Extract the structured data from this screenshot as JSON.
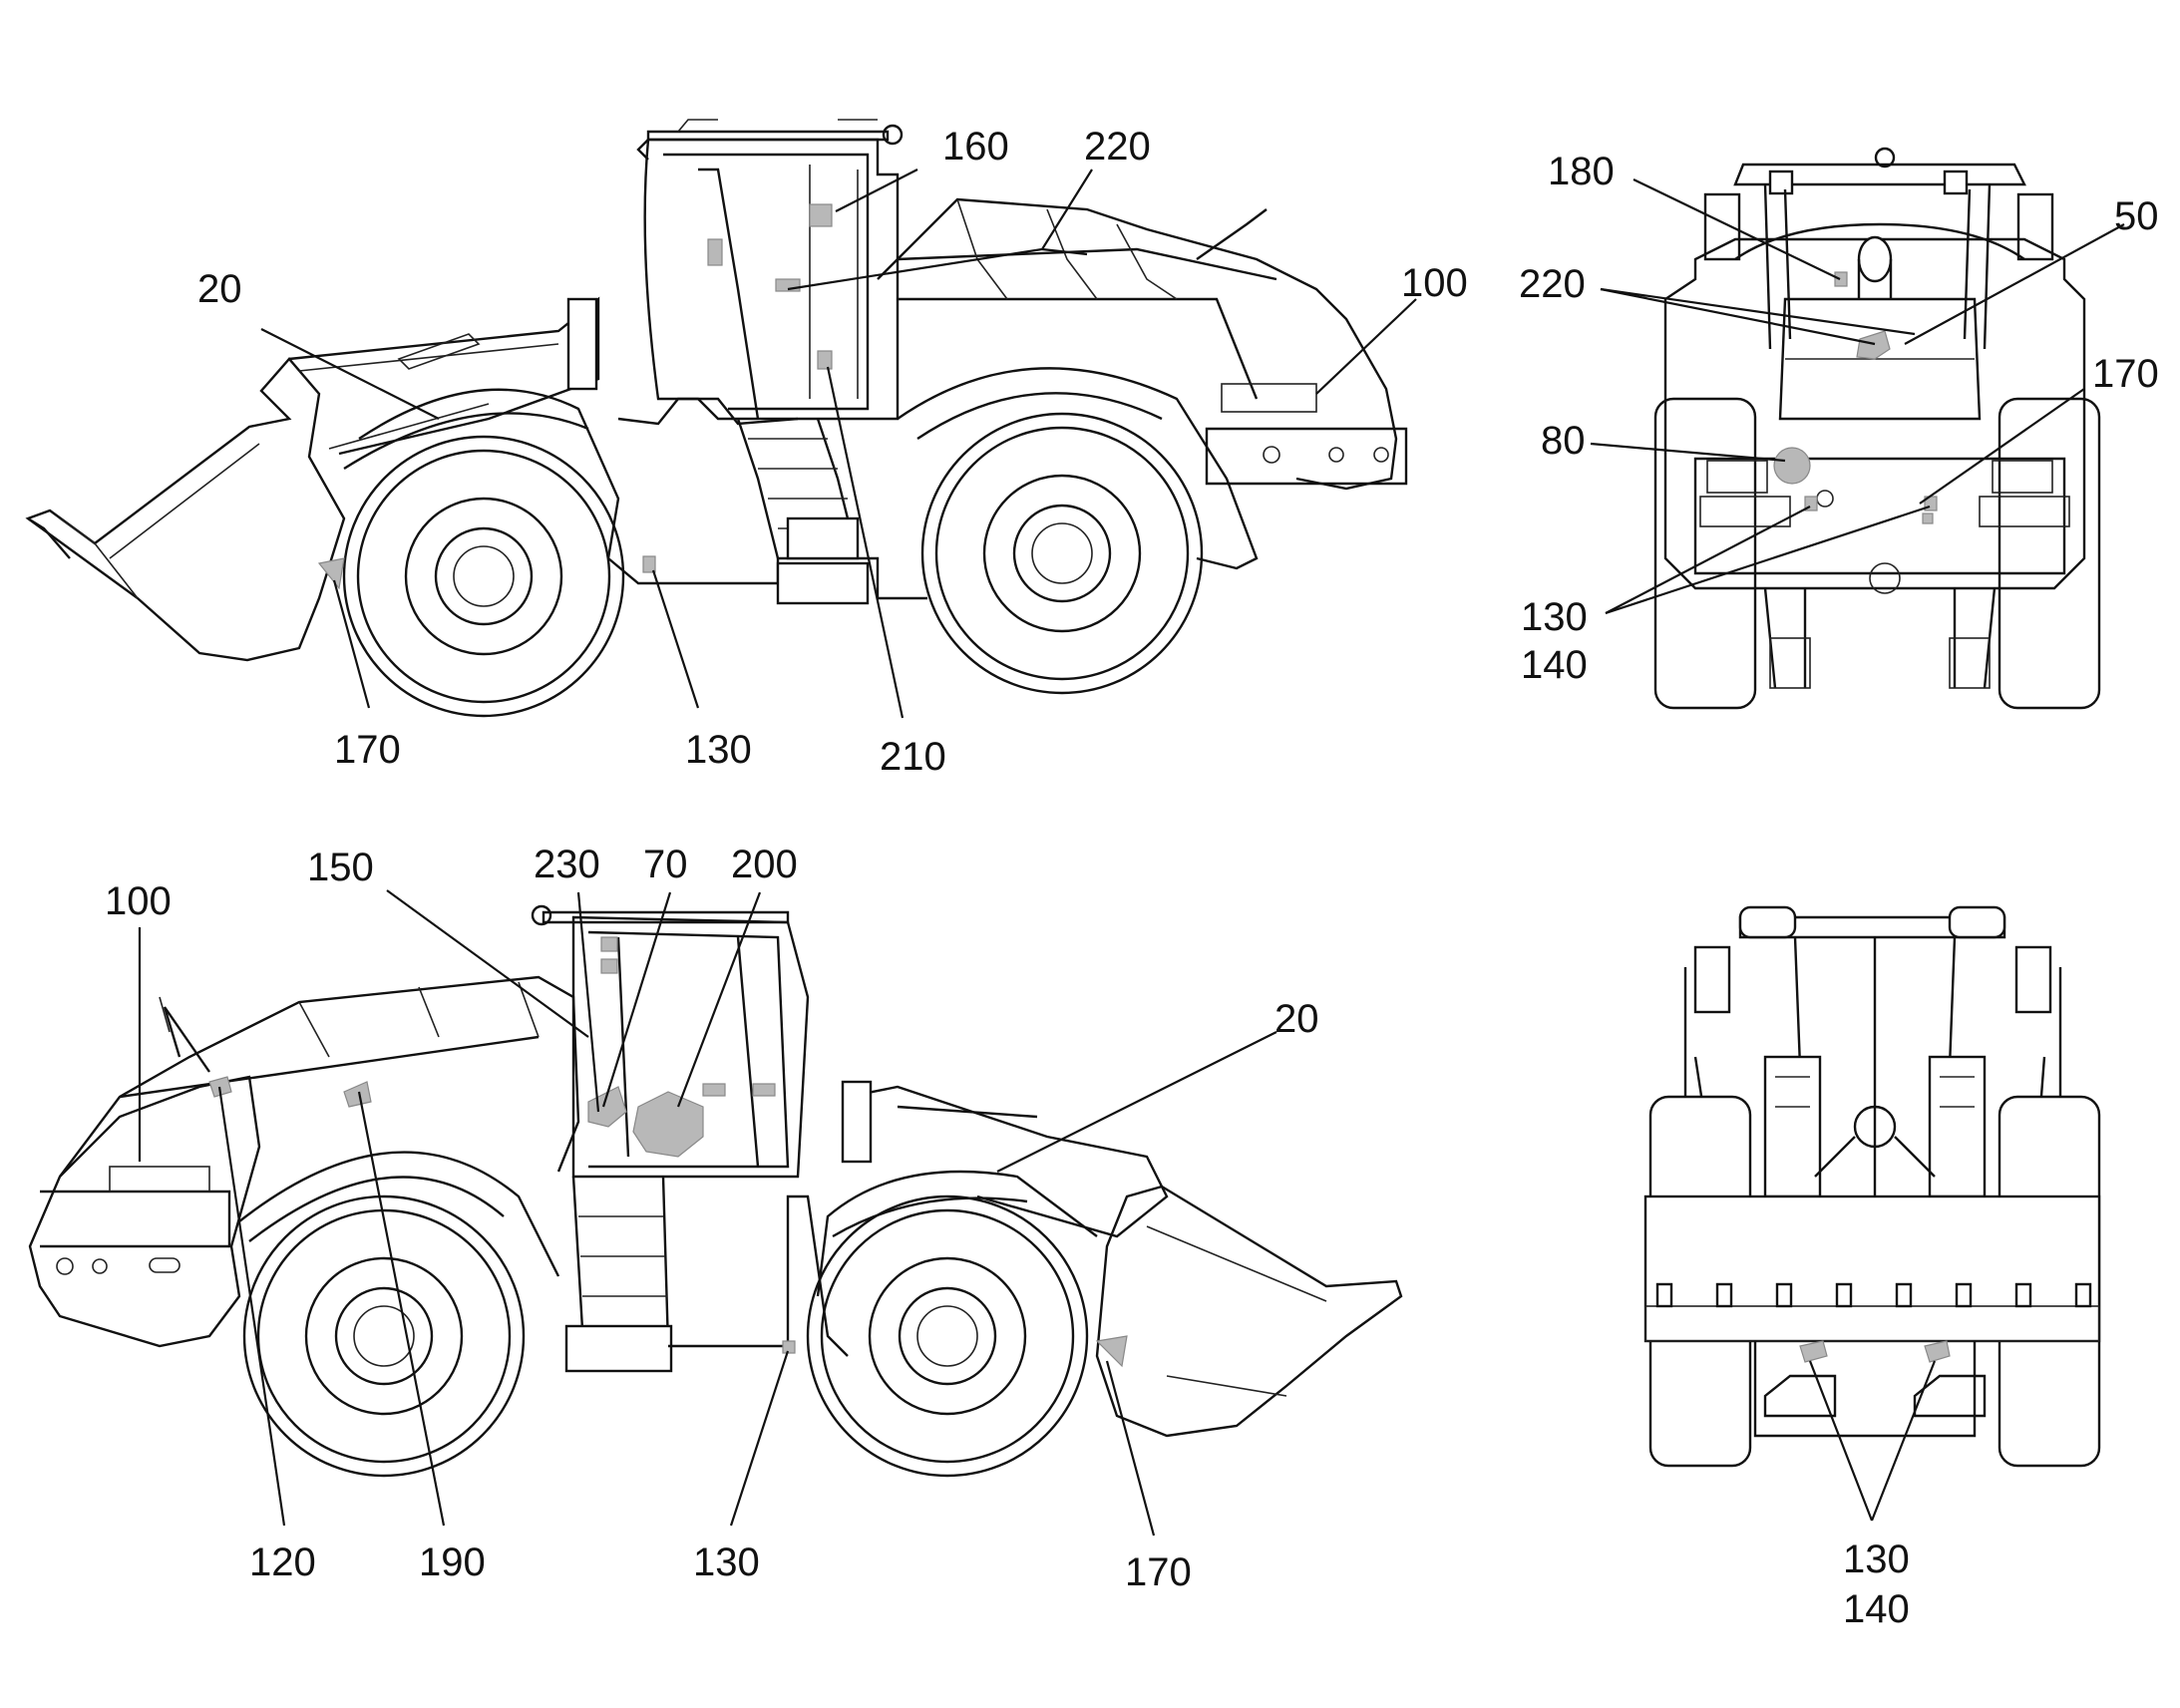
{
  "views": [
    {
      "name": "left-side-view",
      "callouts": [
        "160",
        "220",
        "20",
        "100",
        "170",
        "130",
        "210"
      ]
    },
    {
      "name": "rear-view",
      "callouts": [
        "180",
        "50",
        "220",
        "170",
        "80",
        "130",
        "140"
      ]
    },
    {
      "name": "right-side-view",
      "callouts": [
        "100",
        "150",
        "230",
        "70",
        "200",
        "20",
        "120",
        "190",
        "130",
        "170"
      ]
    },
    {
      "name": "front-view",
      "callouts": [
        "130",
        "140"
      ]
    }
  ],
  "labels": {
    "l160": "160",
    "l220": "220",
    "l20": "20",
    "l100": "100",
    "l170": "170",
    "l130": "130",
    "l210": "210",
    "r180": "180",
    "r50": "50",
    "r220": "220",
    "r170": "170",
    "r80": "80",
    "r130": "130",
    "r140": "140",
    "s100": "100",
    "s150": "150",
    "s230": "230",
    "s70": "70",
    "s200": "200",
    "s20": "20",
    "s120": "120",
    "s190": "190",
    "s130": "130",
    "s170": "170",
    "f130": "130",
    "f140": "140"
  },
  "colors": {
    "line": "#111111",
    "decal": "#b8b8b8",
    "background": "#ffffff"
  }
}
